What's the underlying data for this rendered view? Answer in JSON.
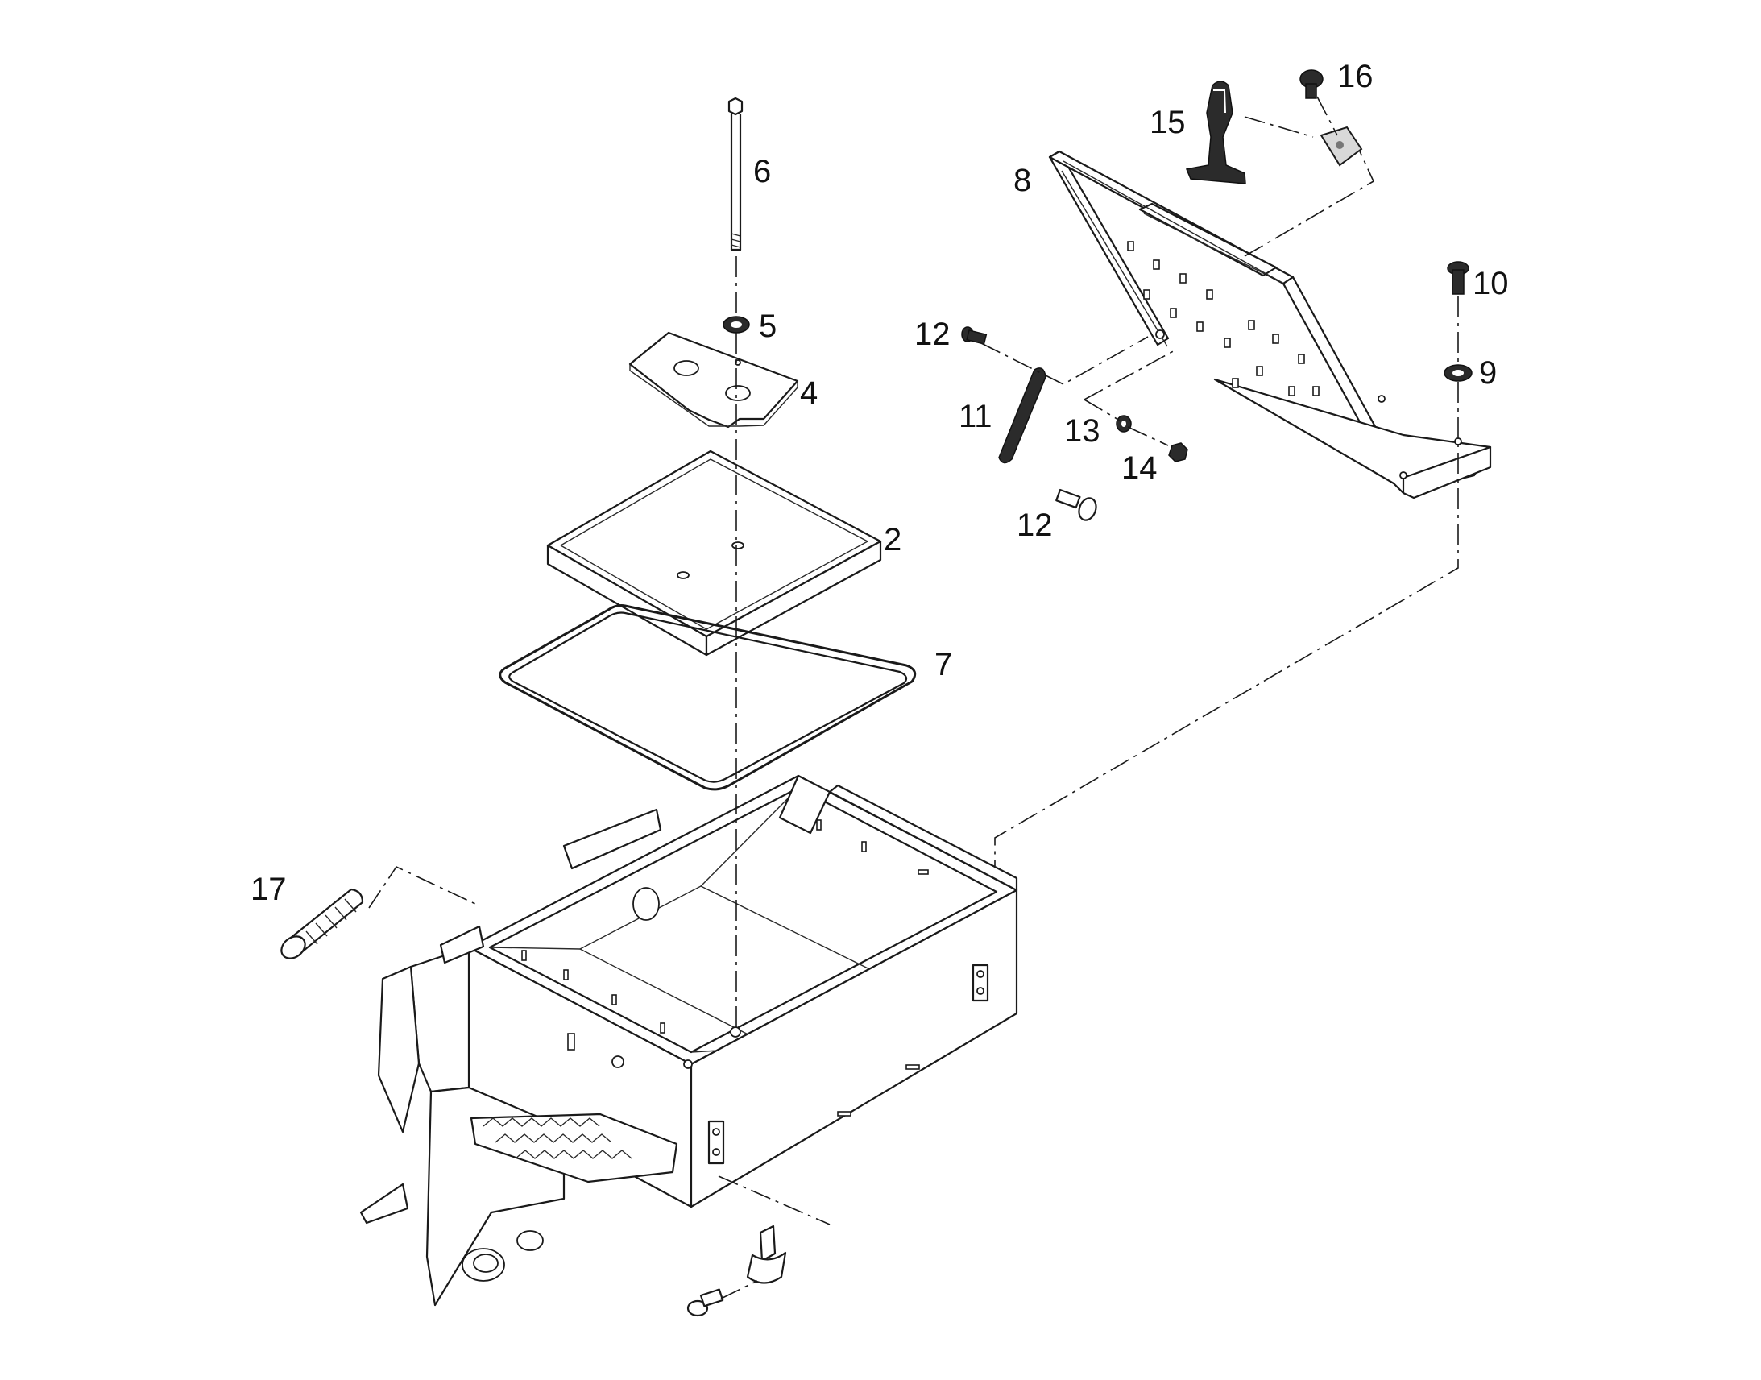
{
  "diagram": {
    "callouts": [
      {
        "id": "p2",
        "label": "2"
      },
      {
        "id": "p4",
        "label": "4"
      },
      {
        "id": "p5",
        "label": "5"
      },
      {
        "id": "p6",
        "label": "6"
      },
      {
        "id": "p7",
        "label": "7"
      },
      {
        "id": "p8",
        "label": "8"
      },
      {
        "id": "p9",
        "label": "9"
      },
      {
        "id": "p10",
        "label": "10"
      },
      {
        "id": "p11",
        "label": "11"
      },
      {
        "id": "p12a",
        "label": "12"
      },
      {
        "id": "p12b",
        "label": "12"
      },
      {
        "id": "p13",
        "label": "13"
      },
      {
        "id": "p14",
        "label": "14"
      },
      {
        "id": "p15",
        "label": "15"
      },
      {
        "id": "p16",
        "label": "16"
      },
      {
        "id": "p17",
        "label": "17"
      }
    ]
  }
}
